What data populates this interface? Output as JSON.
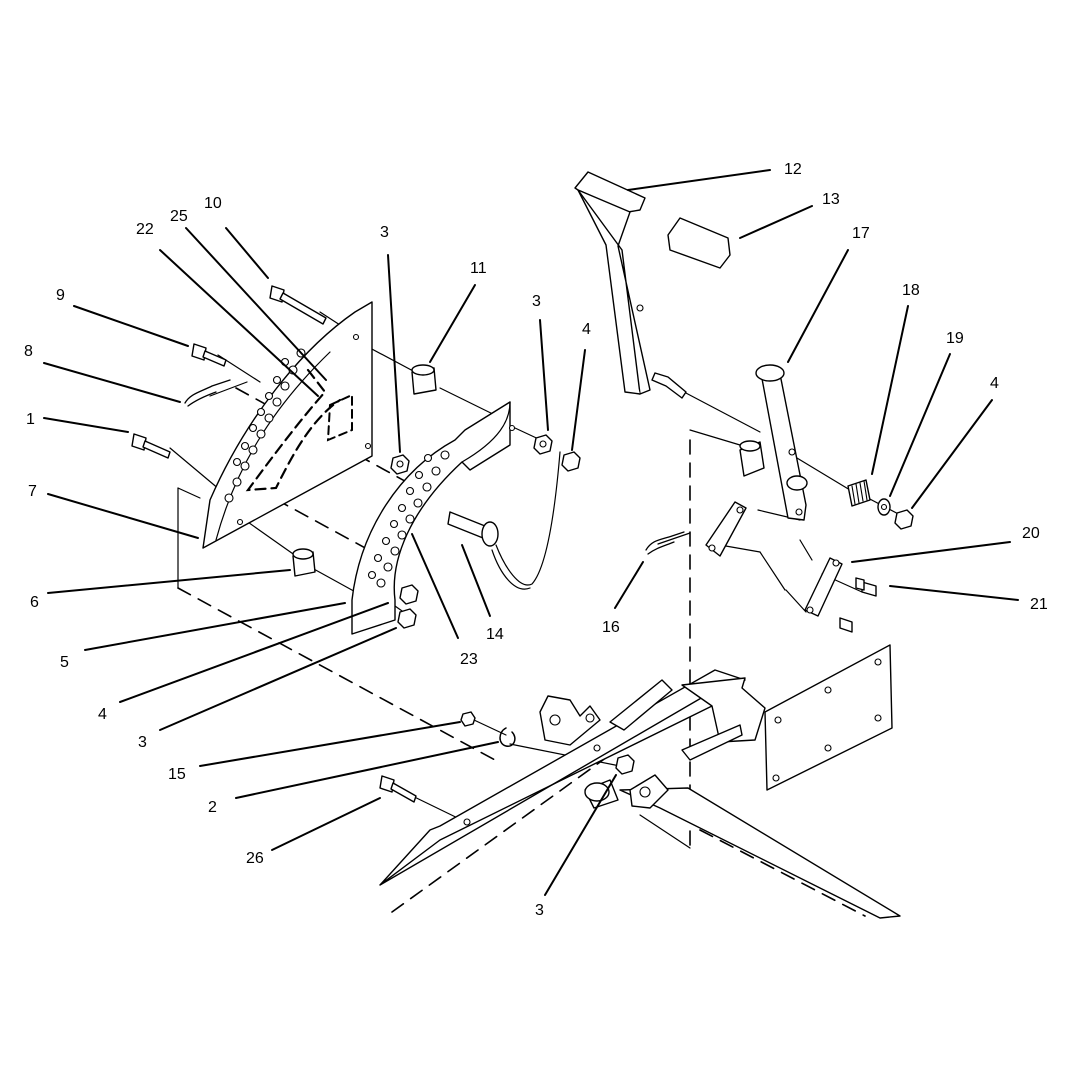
{
  "diagram": {
    "colors": {
      "ink": "#000000",
      "paper": "#ffffff"
    },
    "callouts": [
      {
        "id": "c12",
        "text": "12"
      },
      {
        "id": "c13",
        "text": "13"
      },
      {
        "id": "c17",
        "text": "17"
      },
      {
        "id": "c18",
        "text": "18"
      },
      {
        "id": "c19",
        "text": "19"
      },
      {
        "id": "c4r",
        "text": "4"
      },
      {
        "id": "c20",
        "text": "20"
      },
      {
        "id": "c21",
        "text": "21"
      },
      {
        "id": "c16",
        "text": "16"
      },
      {
        "id": "c14",
        "text": "14"
      },
      {
        "id": "c23",
        "text": "23"
      },
      {
        "id": "c3a",
        "text": "3"
      },
      {
        "id": "c3b",
        "text": "3"
      },
      {
        "id": "c4m",
        "text": "4"
      },
      {
        "id": "c11",
        "text": "11"
      },
      {
        "id": "c10",
        "text": "10"
      },
      {
        "id": "c25",
        "text": "25"
      },
      {
        "id": "c22",
        "text": "22"
      },
      {
        "id": "c9",
        "text": "9"
      },
      {
        "id": "c8",
        "text": "8"
      },
      {
        "id": "c1",
        "text": "1"
      },
      {
        "id": "c7",
        "text": "7"
      },
      {
        "id": "c6",
        "text": "6"
      },
      {
        "id": "c5",
        "text": "5"
      },
      {
        "id": "c4l",
        "text": "4"
      },
      {
        "id": "c3c",
        "text": "3"
      },
      {
        "id": "c15",
        "text": "15"
      },
      {
        "id": "c2",
        "text": "2"
      },
      {
        "id": "c26",
        "text": "26"
      },
      {
        "id": "c3d",
        "text": "3"
      }
    ]
  }
}
